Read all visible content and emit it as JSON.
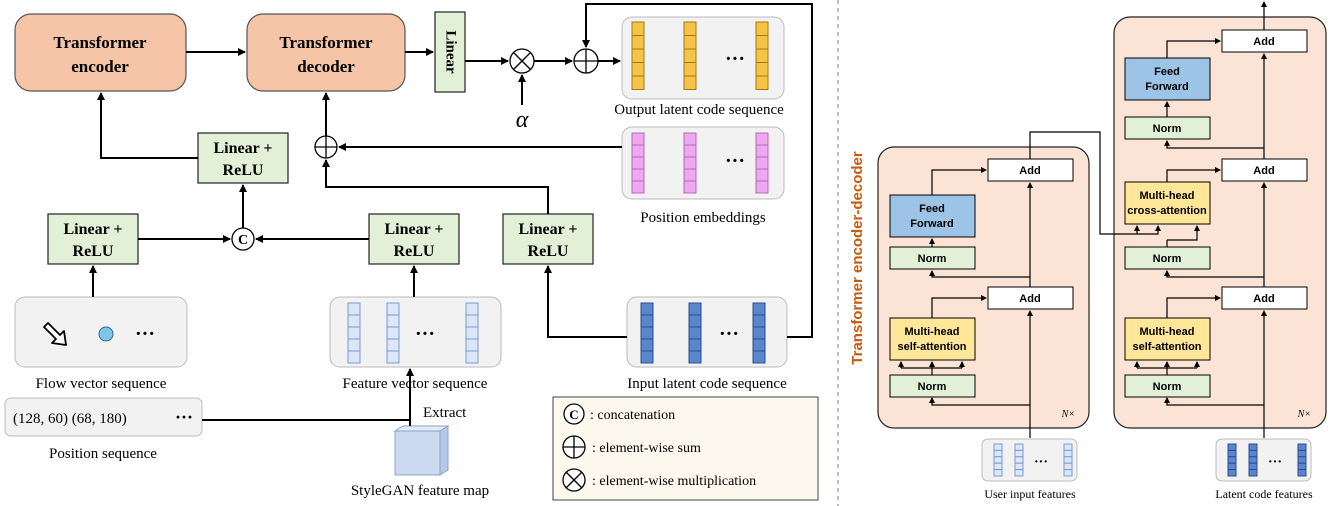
{
  "left": {
    "transformer_encoder": [
      "Transformer",
      "encoder"
    ],
    "transformer_decoder": [
      "Transformer",
      "decoder"
    ],
    "linear": "Linear",
    "alpha": "α",
    "linear_relu": [
      "Linear +",
      "ReLU"
    ],
    "ellipsis": "···",
    "output_seq_label": "Output latent code sequence",
    "position_embeddings_label": "Position embeddings",
    "input_seq_label": "Input latent code sequence",
    "flow_seq_label": "Flow vector sequence",
    "feature_seq_label": "Feature vector sequence",
    "position_values": "(128, 60) (68, 180)",
    "position_seq_label": "Position sequence",
    "extract": "Extract",
    "stylegan_label": "StyleGAN feature map",
    "concat_symbol": "C"
  },
  "legend": [
    {
      "symbol": "concat",
      "text": ": concatenation"
    },
    {
      "symbol": "sum",
      "text": ": element-wise sum"
    },
    {
      "symbol": "mult",
      "text": ": element-wise multiplication"
    }
  ],
  "right": {
    "vertical_title": "Transformer encoder-decoder",
    "add": "Add",
    "norm": "Norm",
    "feed_forward": [
      "Feed",
      "Forward"
    ],
    "self_attention": [
      "Multi-head",
      "self-attention"
    ],
    "cross_attention": [
      "Multi-head",
      "cross-attention"
    ],
    "nx": "N×",
    "user_input_features": "User input features",
    "latent_code_features": "Latent code features"
  },
  "colors": {
    "transformer_fill": "#f6c4a7",
    "green_fill": "#e1f0d6",
    "peach_panel": "#fbe4d5",
    "blue_block": "#9dc3e6",
    "yellow_block": "#ffe699",
    "orange_title": "#c55a11",
    "token_gold": "#f6c445",
    "token_pink": "#eea8ef",
    "token_light_blue": "#dbe6f7",
    "token_blue": "#5b86cf"
  }
}
